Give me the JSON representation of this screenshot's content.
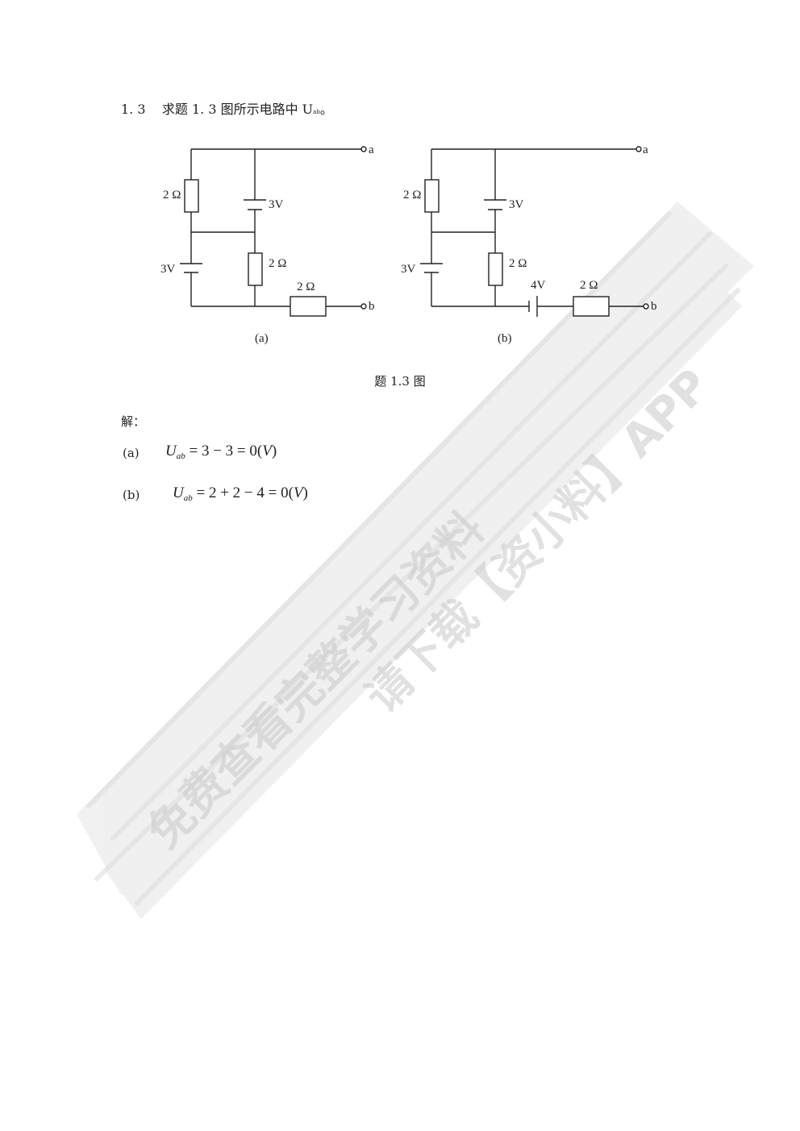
{
  "problem": {
    "number": "1. 3",
    "text": "求题 1. 3 图所示电路中 U",
    "sub": "ab",
    "end": "。"
  },
  "circuit_a": {
    "label": "(a)",
    "r_left": "2 Ω",
    "v_top": "3V",
    "v_left": "3V",
    "r_mid": "2 Ω",
    "r_bottom": "2 Ω",
    "term_a": "a",
    "term_b": "b"
  },
  "circuit_b": {
    "label": "(b)",
    "r_left": "2 Ω",
    "v_top": "3V",
    "v_left": "3V",
    "r_mid": "2 Ω",
    "v_bottom": "4V",
    "r_bottom": "2 Ω",
    "term_a": "a",
    "term_b": "b"
  },
  "caption": "题 1.3 图",
  "solution": {
    "heading": "解：",
    "a": {
      "tag": "(a)",
      "var": "U",
      "sub": "ab",
      "expr": " = 3 − 3 = 0(",
      "unit": "V",
      "close": ")"
    },
    "b": {
      "tag": "(b)",
      "var": "U",
      "sub": "ab",
      "expr": " = 2 + 2 − 4 = 0(",
      "unit": "V",
      "close": ")"
    }
  },
  "watermark": {
    "line1": "免费查看完整学习资料",
    "line2": "请下载【资小料】APP"
  }
}
